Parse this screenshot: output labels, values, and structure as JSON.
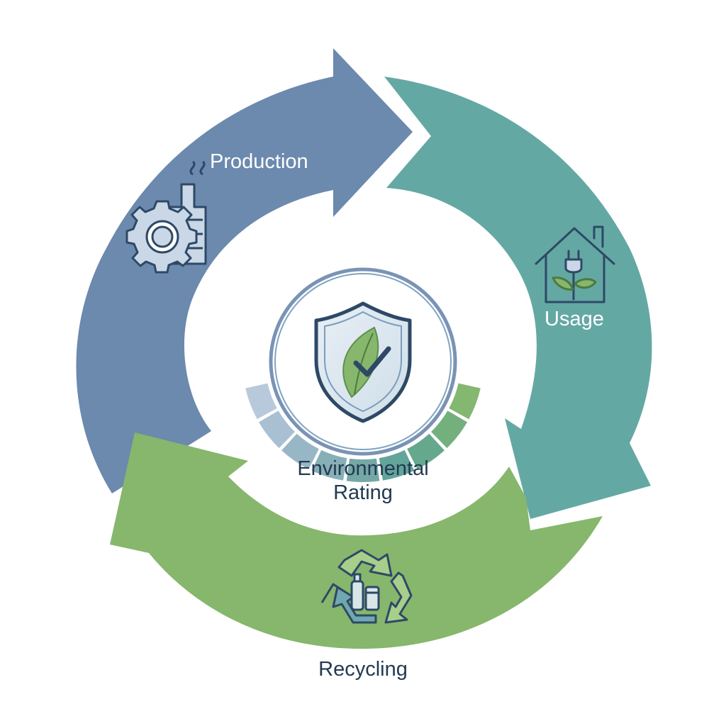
{
  "stages": [
    {
      "id": "production",
      "label": "Production",
      "icon": "factory-gear-icon",
      "color": "#6c89ae"
    },
    {
      "id": "usage",
      "label": "Usage",
      "icon": "house-plug-plant-icon",
      "color": "#64a8a4"
    },
    {
      "id": "recycling",
      "label": "Recycling",
      "icon": "recycle-bottle-can-icon",
      "color": "#86b76c"
    }
  ],
  "center": {
    "line1": "Environmental",
    "line2": "Rating",
    "icon": "shield-leaf-check-icon"
  },
  "gauge": {
    "colors": [
      "#b9c9dc",
      "#a9c0d3",
      "#97b7c6",
      "#86b0b6",
      "#74a7a5",
      "#63a49b",
      "#65a88e",
      "#74b07e",
      "#84b76f"
    ]
  }
}
